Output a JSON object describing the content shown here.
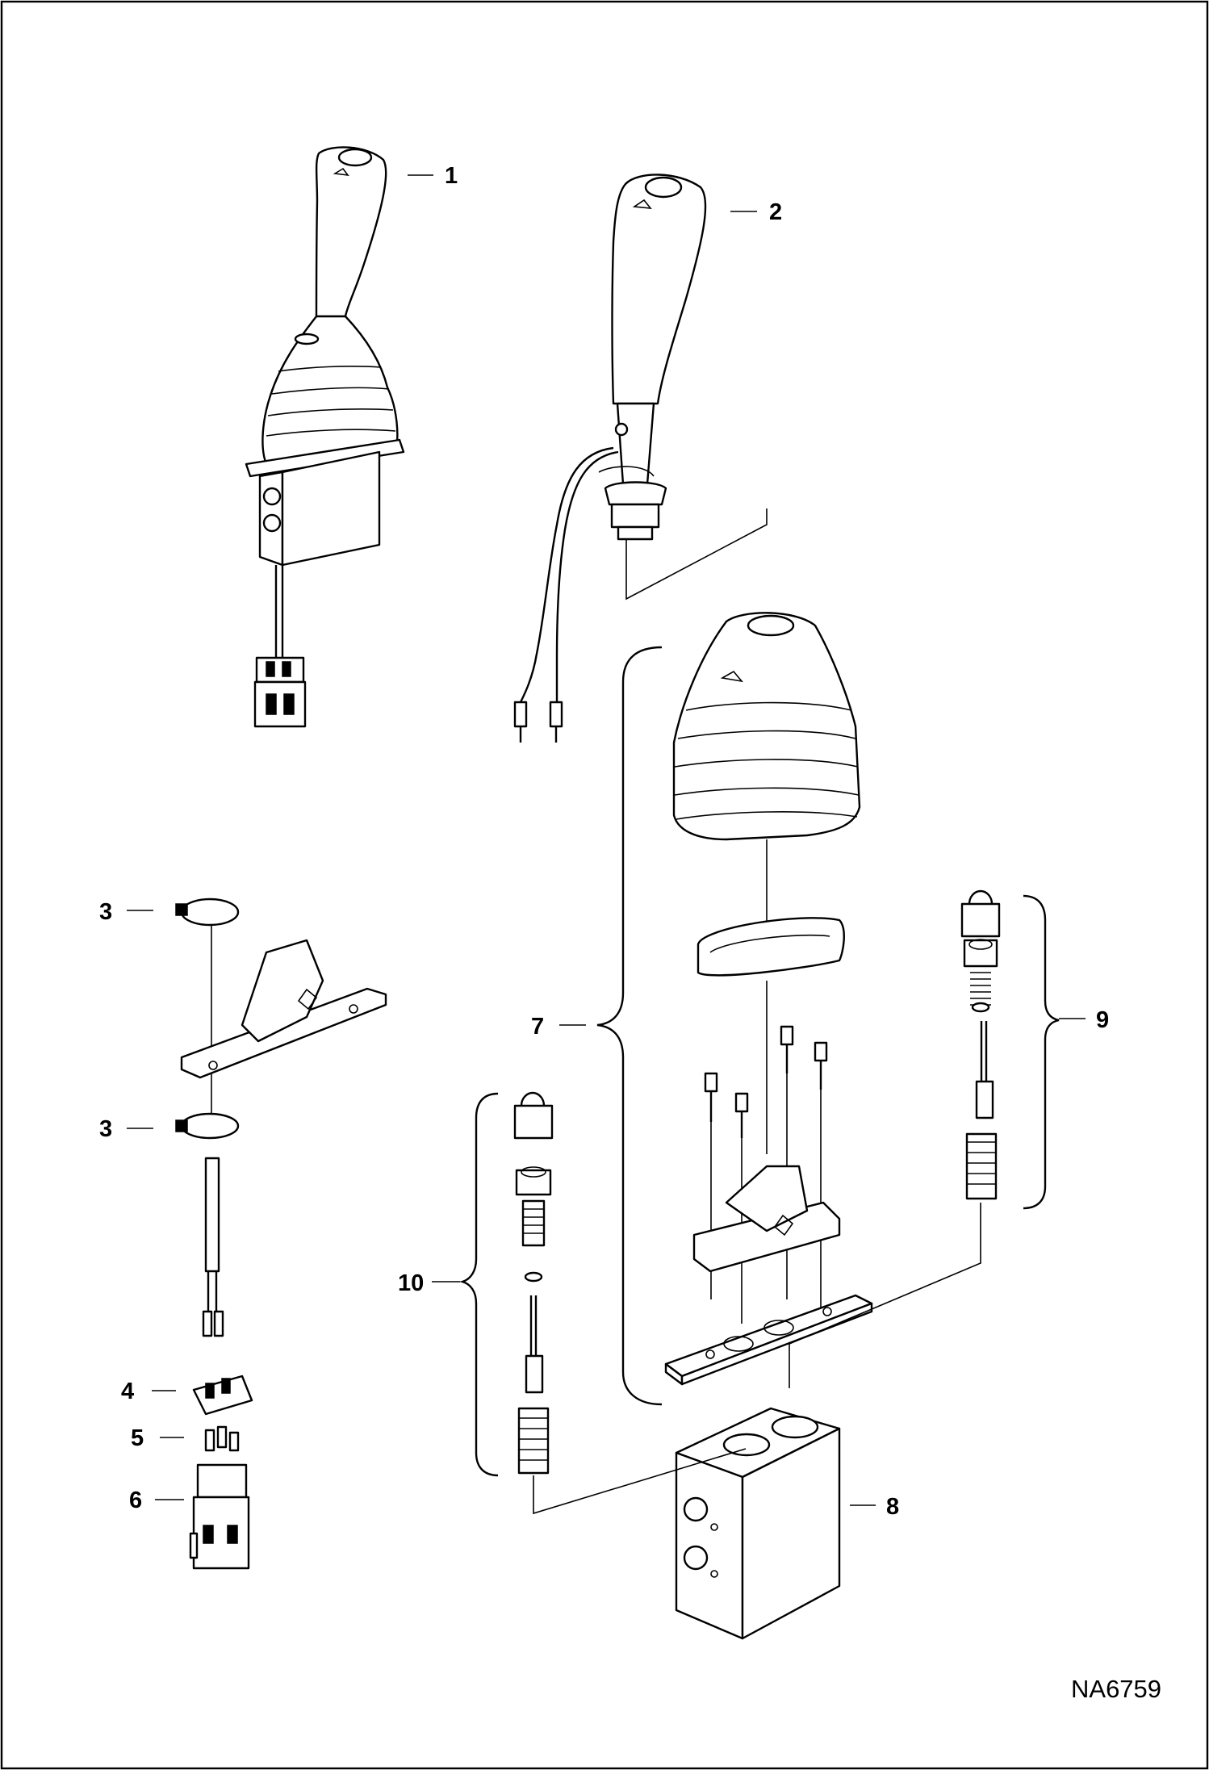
{
  "figure_id": "NA6759",
  "callouts": [
    {
      "id": "c1",
      "text": "1"
    },
    {
      "id": "c2",
      "text": "2"
    },
    {
      "id": "c3a",
      "text": "3"
    },
    {
      "id": "c3b",
      "text": "3"
    },
    {
      "id": "c4",
      "text": "4"
    },
    {
      "id": "c5",
      "text": "5"
    },
    {
      "id": "c6",
      "text": "6"
    },
    {
      "id": "c7",
      "text": "7"
    },
    {
      "id": "c8",
      "text": "8"
    },
    {
      "id": "c9",
      "text": "9"
    },
    {
      "id": "c10",
      "text": "10"
    }
  ]
}
